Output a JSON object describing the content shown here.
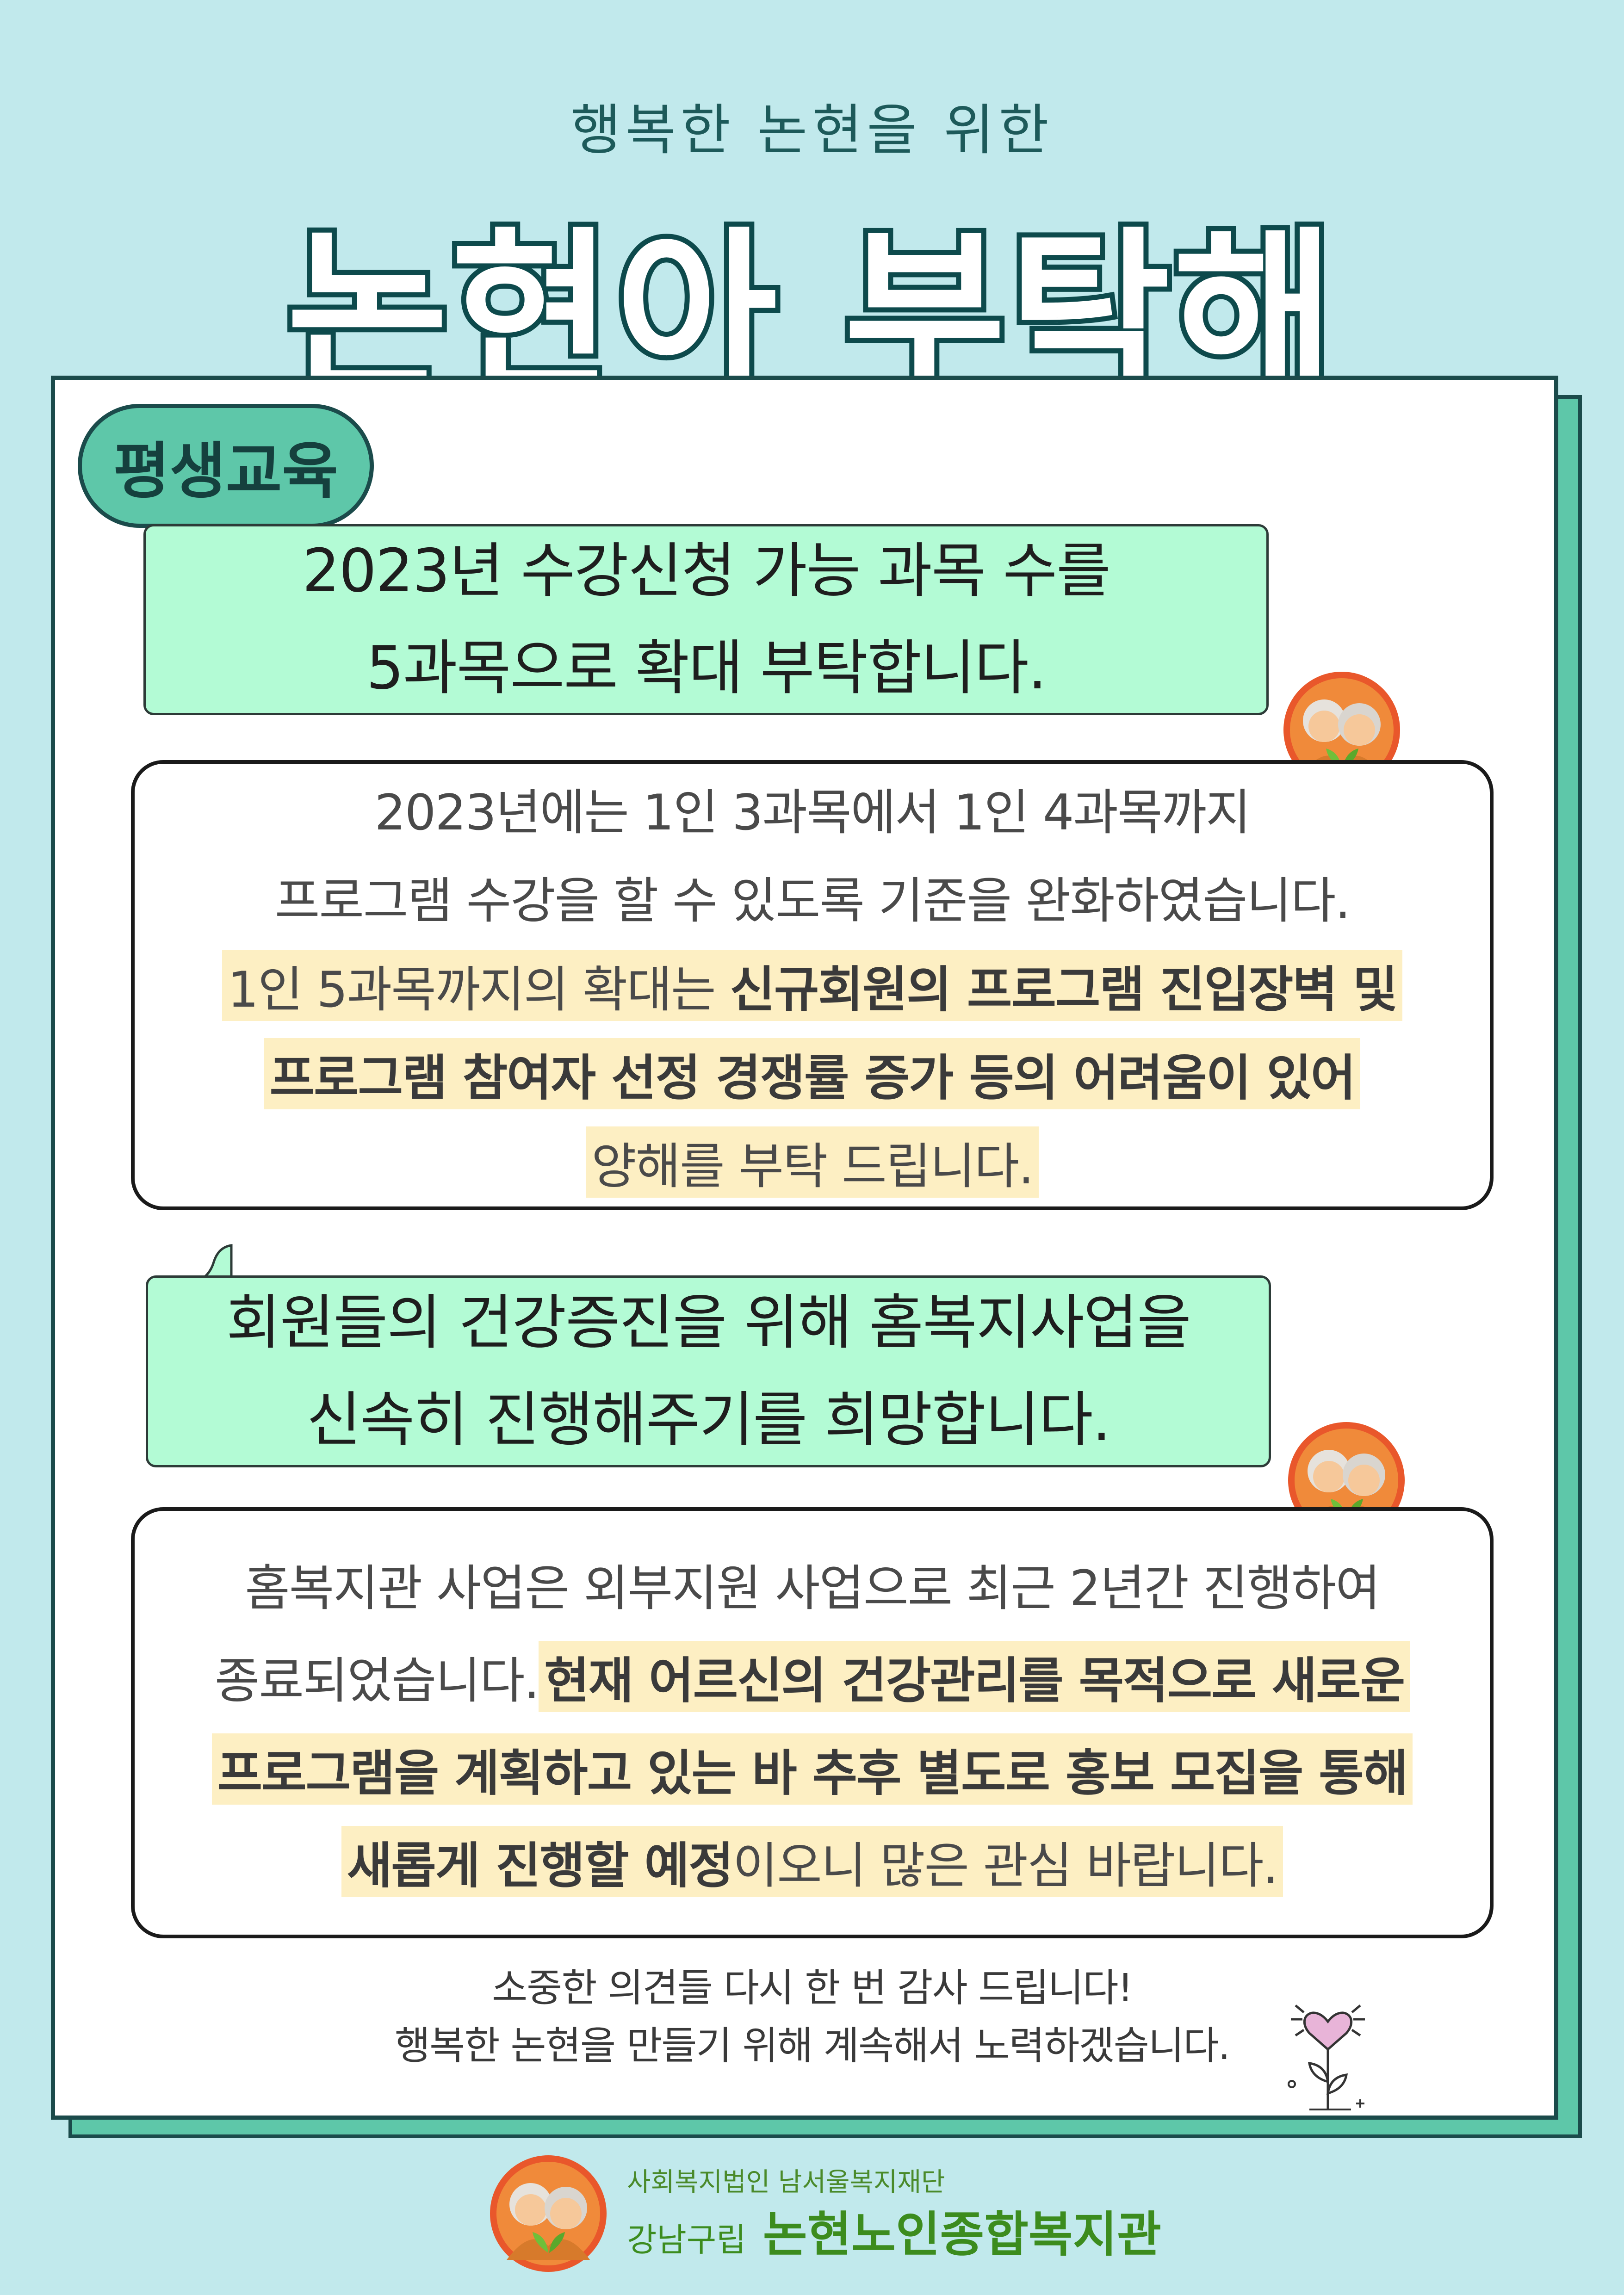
{
  "header": {
    "subtitle": "행복한 논현을 위한",
    "title": "논현아 부탁해"
  },
  "badge": "평생교육",
  "section1": {
    "request": [
      "2023년 수강신청 가능 과목 수를",
      "5과목으로 확대 부탁합니다."
    ],
    "answer": {
      "line1": "2023년에는 1인 3과목에서 1인 4과목까지",
      "line2": "프로그램 수강을 할 수 있도록 기준을 완화하였습니다.",
      "line3_normal": "1인 5과목까지의 확대는 ",
      "line3_bold": "신규회원의 프로그램 진입장벽 및",
      "line4_bold": "프로그램 참여자 선정 경쟁률 증가 등의 어려움이 있어",
      "line5": "양해를 부탁 드립니다."
    }
  },
  "section2": {
    "request": [
      "회원들의 건강증진을 위해 홈복지사업을",
      "신속히 진행해주기를 희망합니다."
    ],
    "answer": {
      "line1": "홈복지관 사업은 외부지원 사업으로 최근 2년간 진행하여",
      "line2_normal": "종료되었습니다. ",
      "line2_bold": "현재 어르신의 건강관리를 목적으로 새로운",
      "line3_bold": "프로그램을 계획하고 있는 바 추후 별도로 홍보 모집을 통해",
      "line4_bold": "새롭게 진행할 예정",
      "line4_normal": "이오니 많은 관심 바랍니다."
    }
  },
  "closing": {
    "line1": "소중한 의견들 다시 한 번 감사 드립니다!",
    "line2": "행복한 논현을 만들기 위해 계속해서 노력하겠습니다."
  },
  "footer": {
    "org": "사회복지법인 남서울복지재단",
    "prefix": "강남구립",
    "name": "논현노인종합복지관"
  },
  "icons": [
    "elderly-couple-icon",
    "heart-flower-icon"
  ],
  "colors": {
    "background": "#c1e9ec",
    "accent": "#5ec7a9",
    "request_box": "#b3fbd5",
    "highlight": "#fdefc3",
    "dark": "#1b4b4b",
    "footer_green": "#3c8c1e"
  }
}
